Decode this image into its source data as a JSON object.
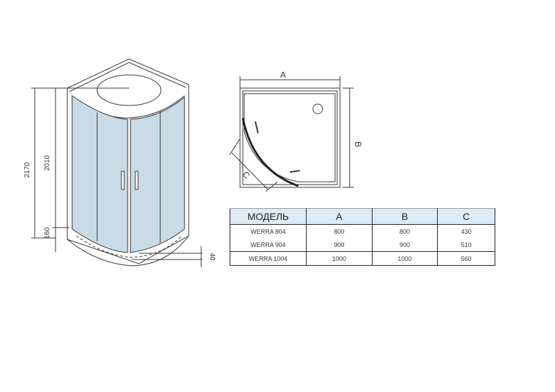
{
  "front_view": {
    "dim_total_height": "2170",
    "dim_cabin_height": "2010",
    "dim_tray_height": "160",
    "dim_tray_step": "40"
  },
  "top_view": {
    "dim_a": "A",
    "dim_b": "B",
    "dim_c": "C"
  },
  "table": {
    "headers": [
      "МОДЕЛЬ",
      "A",
      "B",
      "C"
    ],
    "rows": [
      [
        "WERRA 804",
        "800",
        "800",
        "430"
      ],
      [
        "WERRA 904",
        "900",
        "900",
        "510"
      ],
      [
        "WERRA 1004",
        "1000",
        "1000",
        "560"
      ]
    ]
  },
  "colors": {
    "glass": "#c8dbe6",
    "header_bg": "#dcebf5"
  }
}
